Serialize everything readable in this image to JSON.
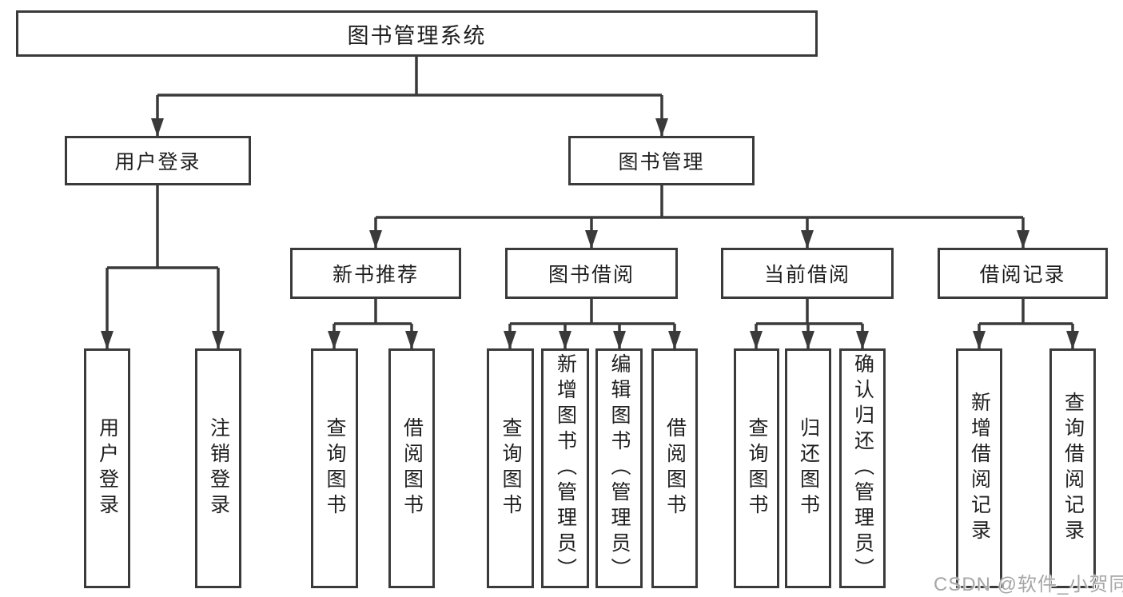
{
  "diagram": {
    "root": {
      "label": "图书管理系统"
    },
    "level2": [
      {
        "label": "用户登录"
      },
      {
        "label": "图书管理"
      }
    ],
    "level3": [
      {
        "label": "新书推荐"
      },
      {
        "label": "图书借阅"
      },
      {
        "label": "当前借阅"
      },
      {
        "label": "借阅记录"
      }
    ],
    "leaves": {
      "user_login": [
        "用户登录",
        "注销登录"
      ],
      "new_book_recommend": [
        "查询图书",
        "借阅图书"
      ],
      "book_borrow": [
        "查询图书",
        "新增图书（管理员）",
        "编辑图书（管理员）",
        "借阅图书"
      ],
      "current_borrow": [
        "查询图书",
        "归还图书",
        "确认归还（管理员）"
      ],
      "borrow_record": [
        "新增借阅记录",
        "查询借阅记录"
      ]
    }
  },
  "watermark": {
    "text": "CSDN @软件_小贺同学"
  },
  "colors": {
    "line": "#3a3a3a",
    "text": "#1f1f1f",
    "watermark": "#a6a6a6",
    "background": "#ffffff"
  }
}
